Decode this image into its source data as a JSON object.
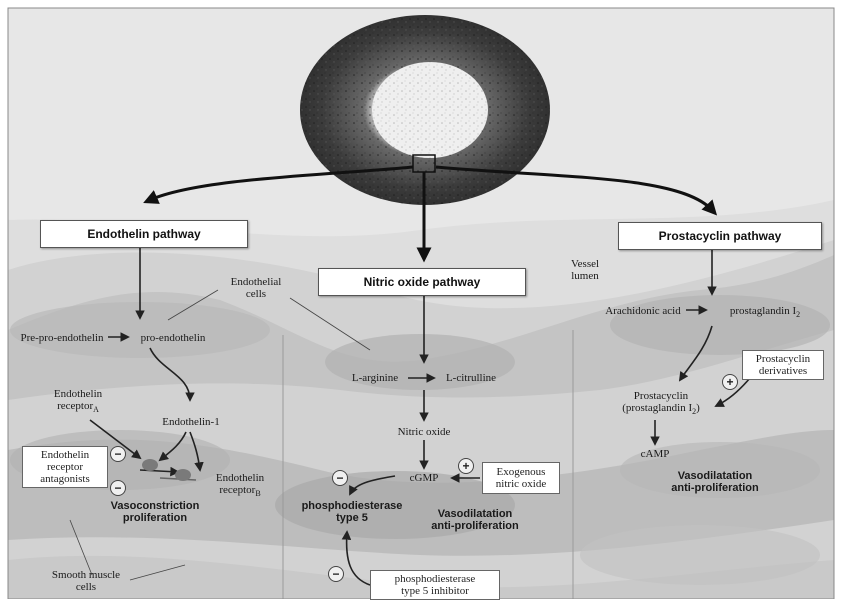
{
  "pathways": {
    "endothelin": "Endothelin pathway",
    "nitric_oxide": "Nitric oxide pathway",
    "prostacyclin": "Prostacyclin pathway"
  },
  "labels": {
    "vessel_lumen": "Vessel\nlumen",
    "endothelial_cells": "Endothelial\ncells",
    "smooth_muscle_cells": "Smooth muscle\ncells",
    "pre_pro_endothelin": "Pre-pro-endothelin",
    "pro_endothelin": "pro-endothelin",
    "endothelin_1": "Endothelin-1",
    "endothelin_receptor_a": "Endothelin\nreceptor",
    "endothelin_receptor_a_sub": "A",
    "endothelin_receptor_b": "Endothelin\nreceptor",
    "endothelin_receptor_b_sub": "B",
    "endothelin_receptor_antagonists": "Endothelin\nreceptor\nantagonists",
    "vasoconstriction": "Vasoconstriction\nproliferation",
    "l_arginine": "L-arginine",
    "l_citrulline": "L-citrulline",
    "nitric_oxide": "Nitric oxide",
    "cgmp": "cGMP",
    "exogenous_no": "Exogenous\nnitric oxide",
    "pde5": "phosphodiesterase\ntype 5",
    "pde5_inhibitor": "phosphodiesterase\ntype 5 inhibitor",
    "vasodilatation_mid": "Vasodilatation\nanti-proliferation",
    "arachidonic_acid": "Arachidonic acid",
    "prostaglandin_i2": "prostaglandin I",
    "prostaglandin_i2_sub": "2",
    "prostacyclin_derivatives": "Prostacyclin\nderivatives",
    "prostacyclin": "Prostacyclin",
    "prostacyclin_paren": "(prostaglandin I",
    "prostacyclin_paren_sub": "2",
    "prostacyclin_paren_end": ")",
    "camp": "cAMP",
    "vasodilatation_right": "Vasodilatation\nanti-proliferation"
  },
  "signs": {
    "minus": "−",
    "plus": "+"
  },
  "colors": {
    "background": "#ffffff",
    "tissue_light": "#e4e4e4",
    "tissue_mid": "#cfcfcf",
    "tissue_dark": "#b5b5b5",
    "arrow": "#111111"
  }
}
